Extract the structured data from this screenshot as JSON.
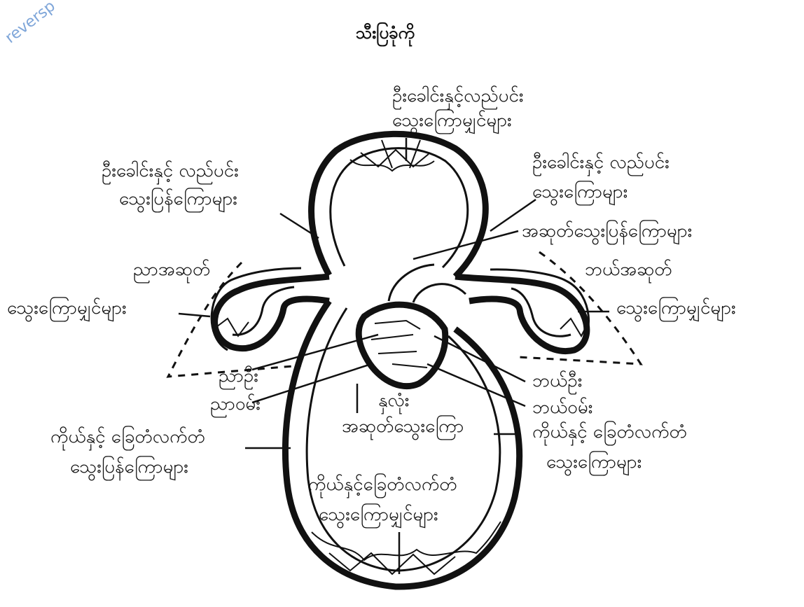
{
  "watermark": "reversp",
  "title": "သီးပြခုံကို",
  "labels": {
    "head_capillaries": [
      "ဦးခေါင်းနှင့်လည်ပင်း",
      "သွေးကြောမျှင်များ"
    ],
    "head_veins": [
      "ဦးခေါင်းနှင့် လည်ပင်း",
      "သွေးပြန်ကြောများ"
    ],
    "head_arteries": [
      "ဦးခေါင်းနှင့် လည်ပင်း",
      "သွေးကြောများ"
    ],
    "pulmonary_veins": "အဆုတ်သွေးပြန်ကြောများ",
    "right_lung": "ညာအဆုတ်",
    "left_lung": "ဘယ်အဆုတ်",
    "right_lung_capillaries": "သွေးကြောမျှင်များ",
    "left_lung_capillaries": "သွေးကြောမျှင်များ",
    "right_atrium": "ညာဦး",
    "right_ventricle": "ညာဝမ်း",
    "left_atrium": "ဘယ်ဦး",
    "left_ventricle": "ဘယ်ဝမ်း",
    "heart": "နှလုံး",
    "pulmonary_artery": "အဆုတ်သွေးကြော",
    "body_veins": [
      "ကိုယ်နှင့် ခြေတံလက်တံ",
      "သွေးပြန်ကြောများ"
    ],
    "body_arteries": [
      "ကိုယ်နှင့် ခြေတံလက်တံ",
      "သွေးကြောများ"
    ],
    "body_capillaries": [
      "ကိုယ်နှင့်ခြေတံလက်တံ",
      "သွေးကြောမျှင်များ"
    ]
  }
}
